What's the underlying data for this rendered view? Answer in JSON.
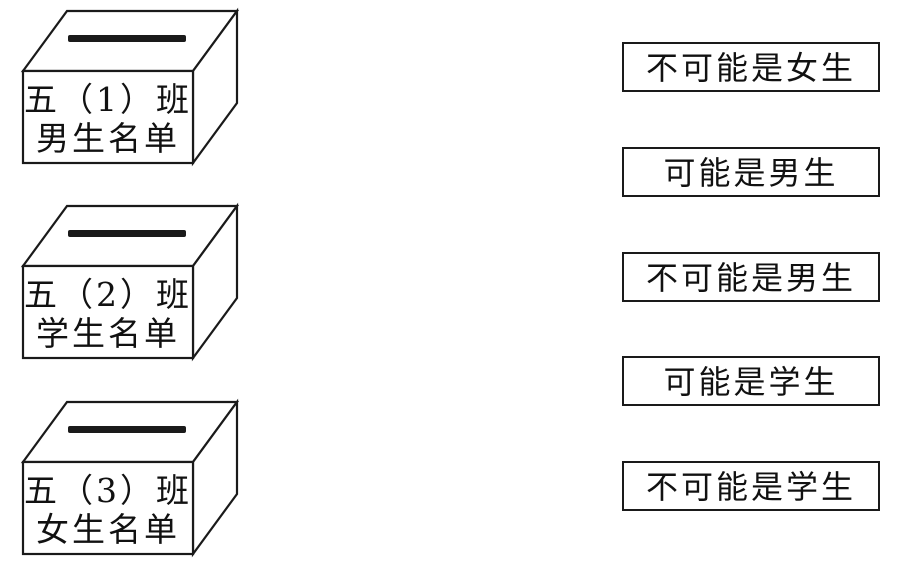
{
  "ballot_boxes": [
    {
      "line1": "五（1）班",
      "line2": "男生名单"
    },
    {
      "line1": "五（2）班",
      "line2": "学生名单"
    },
    {
      "line1": "五（3）班",
      "line2": "女生名单"
    }
  ],
  "answer_options": [
    "不可能是女生",
    "可能是男生",
    "不可能是男生",
    "可能是学生",
    "不可能是学生"
  ]
}
